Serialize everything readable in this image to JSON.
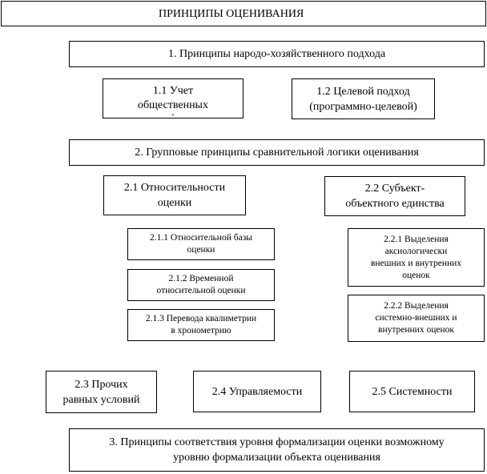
{
  "root": {
    "title": "ПРИНЦИПЫ ОЦЕНИВАНИЯ"
  },
  "section1": {
    "title": "1. Принципы народо-хозяйственного подхода",
    "items": [
      {
        "line1": "1.1 Учет",
        "line2": "общественных",
        "line3": "-"
      },
      {
        "line1": "1.2 Целевой подход",
        "line2": "(программно-целевой)"
      }
    ]
  },
  "section2": {
    "title": "2. Групповые принципы сравнительной логики оценивания",
    "group1": {
      "line1": "2.1 Относительности",
      "line2": "оценки",
      "items": [
        {
          "line1": "2.1.1 Относительной базы",
          "line2": "оценки"
        },
        {
          "line1": "2.1.2 Временной",
          "line2": "относительной оценки"
        },
        {
          "line1": "2.1.3 Перевода квалиметрии",
          "line2": "в хронометрию"
        }
      ]
    },
    "group2": {
      "line1": "2.2 Субъект-",
      "line2": "объектного единства",
      "items": [
        {
          "line1": "2.2.1 Выделения",
          "line2": "аксиологически",
          "line3": "внешних и внутренних",
          "line4": "оценок"
        },
        {
          "line1": "2.2.2 Выделения",
          "line2": "системно-внешних и",
          "line3": "внутренних оценок"
        }
      ]
    },
    "others": [
      {
        "line1": "2.3 Прочих",
        "line2": "равных условий"
      },
      {
        "line1": "2.4 Управляемости"
      },
      {
        "line1": "2.5 Системности"
      }
    ]
  },
  "section3": {
    "line1": "3. Принципы соответствия уровня формализации оценки возможному",
    "line2": "уровню формализации объекта оценивания"
  }
}
